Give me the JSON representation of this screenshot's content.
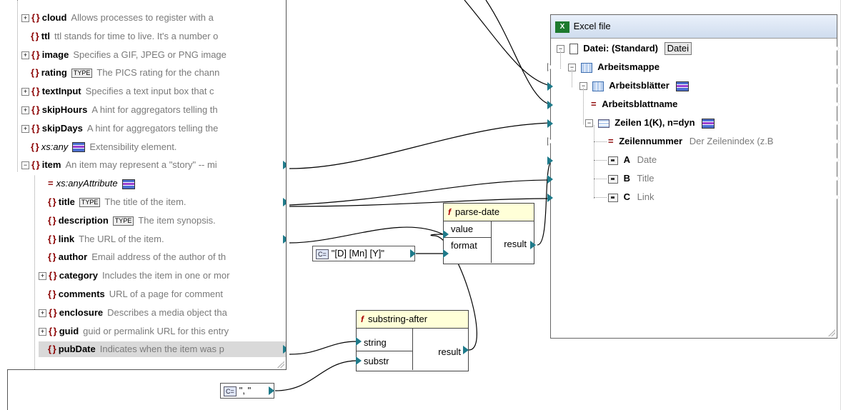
{
  "left_tree": {
    "rows": [
      {
        "name": "cloud",
        "desc": "Allows processes to register with a",
        "expand": "+",
        "badge": ""
      },
      {
        "name": "ttl",
        "desc": "ttl stands for time to live. It's a number o",
        "expand": "",
        "badge": ""
      },
      {
        "name": "image",
        "desc": "Specifies a GIF, JPEG or PNG image",
        "expand": "+",
        "badge": ""
      },
      {
        "name": "rating",
        "desc": "The PICS rating for the chann",
        "expand": "",
        "badge": "TYPE"
      },
      {
        "name": "textInput",
        "desc": "Specifies a text input box that c",
        "expand": "+",
        "badge": ""
      },
      {
        "name": "skipHours",
        "desc": "A hint for aggregators telling th",
        "expand": "+",
        "badge": ""
      },
      {
        "name": "skipDays",
        "desc": "A hint for aggregators telling the",
        "expand": "+",
        "badge": ""
      },
      {
        "name": "xs:any",
        "desc": "Extensibility element.",
        "expand": "",
        "badge": ""
      },
      {
        "name": "item",
        "desc": "An item may represent a \"story\" -- mi",
        "expand": "-",
        "badge": ""
      },
      {
        "name": "xs:anyAttribute",
        "desc": "",
        "expand": "",
        "badge": ""
      },
      {
        "name": "title",
        "desc": "The title of the item.",
        "expand": "",
        "badge": "TYPE"
      },
      {
        "name": "description",
        "desc": "The item synopsis.",
        "expand": "",
        "badge": "TYPE"
      },
      {
        "name": "link",
        "desc": "The URL of the item.",
        "expand": "",
        "badge": ""
      },
      {
        "name": "author",
        "desc": "Email address of the author of th",
        "expand": "",
        "badge": ""
      },
      {
        "name": "category",
        "desc": "Includes the item in one or mor",
        "expand": "+",
        "badge": ""
      },
      {
        "name": "comments",
        "desc": "URL of a page for comment",
        "expand": "",
        "badge": ""
      },
      {
        "name": "enclosure",
        "desc": "Describes a media object tha",
        "expand": "+",
        "badge": ""
      },
      {
        "name": "guid",
        "desc": "guid or permalink URL for this entry",
        "expand": "+",
        "badge": ""
      },
      {
        "name": "pubDate",
        "desc": "Indicates when the item was p",
        "expand": "",
        "badge": ""
      }
    ]
  },
  "parse_date": {
    "title": "parse-date",
    "inputs": [
      "value",
      "format"
    ],
    "output": "result"
  },
  "substring_after": {
    "title": "substring-after",
    "inputs": [
      "string",
      "substr"
    ],
    "output": "result"
  },
  "constants": {
    "format_value": "\"[D] [Mn] [Y]\"",
    "substr_value": "\", \"",
    "icon_label": "C="
  },
  "excel": {
    "title": "Excel file",
    "file_label": "Datei: (Standard)",
    "file_button": "Datei",
    "workbook": "Arbeitsmappe",
    "sheets": "Arbeitsblätter",
    "sheet_name": "Arbeitsblattname",
    "rows": "Zeilen 1(K), n=dyn",
    "row_number": "Zeilennummer",
    "row_number_desc": "Der Zeilenindex (z.B",
    "columns": [
      {
        "letter": "A",
        "name": "Date"
      },
      {
        "letter": "B",
        "name": "Title"
      },
      {
        "letter": "C",
        "name": "Link"
      }
    ]
  }
}
